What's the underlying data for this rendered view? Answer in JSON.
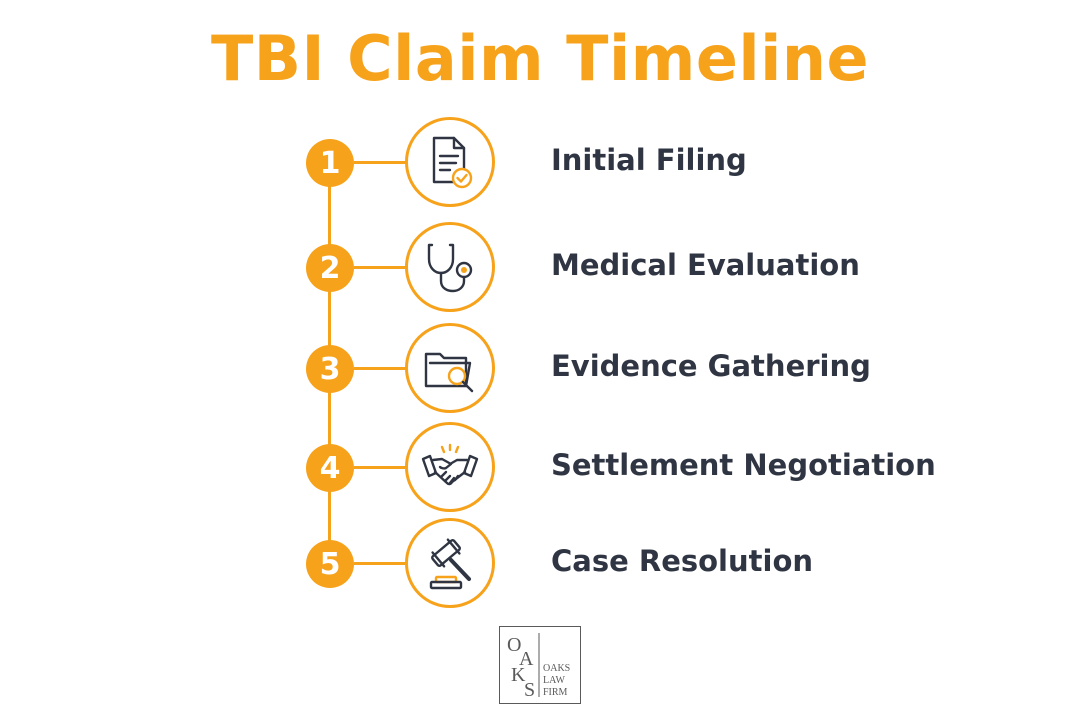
{
  "title": "TBI Claim Timeline",
  "colors": {
    "accent": "#F7A21B",
    "text": "#2F3542",
    "icon": "#2F3542",
    "logo": "#5A5A5A"
  },
  "steps": [
    {
      "number": "1",
      "label": "Initial Filing",
      "icon": "document-check-icon"
    },
    {
      "number": "2",
      "label": "Medical Evaluation",
      "icon": "stethoscope-icon"
    },
    {
      "number": "3",
      "label": "Evidence Gathering",
      "icon": "folder-magnifier-icon"
    },
    {
      "number": "4",
      "label": "Settlement Negotiation",
      "icon": "handshake-icon"
    },
    {
      "number": "5",
      "label": "Case Resolution",
      "icon": "gavel-icon"
    }
  ],
  "logo": {
    "monogram": "OAKS",
    "lines": [
      "OAKS",
      "LAW",
      "FIRM"
    ]
  }
}
